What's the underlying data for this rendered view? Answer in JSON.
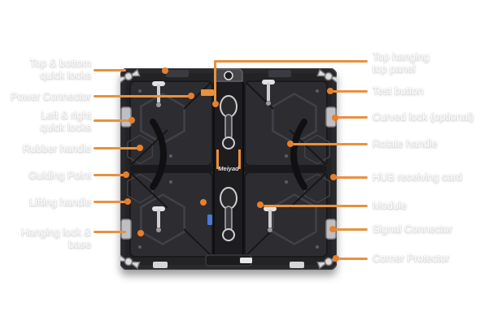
{
  "figure": {
    "description": "Rear view diagram of a rental LED display cabinet with orange callout lines labeling its parts",
    "accent_color": "#E8913F",
    "dot_color": "#E87F2B",
    "panel_color": "#27272A",
    "label_color": "#FFFFFF"
  },
  "cabinet": {
    "brand": "Meiyad"
  },
  "callouts": {
    "left": [
      {
        "text": "Top & bottom\nquick locks"
      },
      {
        "text": "Power Connector"
      },
      {
        "text": "Left & right\nquick locks"
      },
      {
        "text": "Rubber handle"
      },
      {
        "text": "Guiding Point"
      },
      {
        "text": "Lifting handle"
      },
      {
        "text": "Hanging lock & base"
      }
    ],
    "right": [
      {
        "text": "Top hanging\ntop panel"
      },
      {
        "text": "Test button"
      },
      {
        "text": "Curved lock (optional)"
      },
      {
        "text": "Rotate handle"
      },
      {
        "text": "HUB receiving card"
      },
      {
        "text": "Module"
      },
      {
        "text": "Signal Connector"
      },
      {
        "text": "Corner Protector"
      }
    ]
  }
}
